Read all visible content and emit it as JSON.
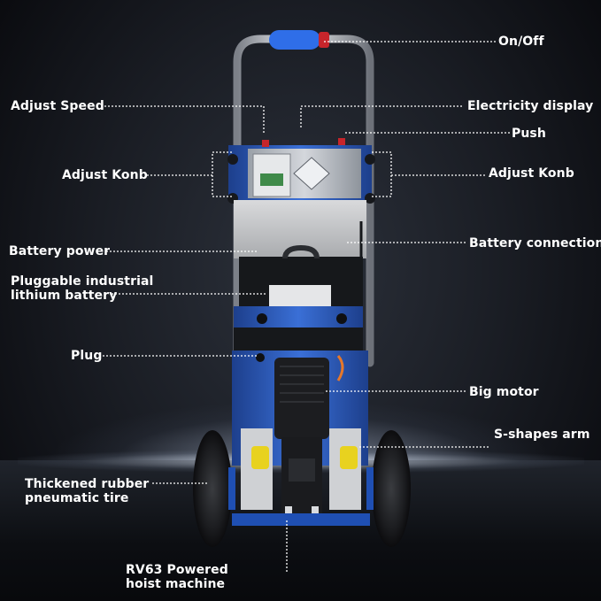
{
  "labels": {
    "on_off": "On/Off",
    "adjust_speed": "Adjust Speed",
    "electricity_display": "Electricity display",
    "push": "Push",
    "adjust_knob_left": "Adjust Konb",
    "adjust_knob_right": "Adjust Konb",
    "battery_power": "Battery power",
    "battery_connection": "Battery connection",
    "lithium_battery": "Pluggable industrial\nlithium battery",
    "plug": "Plug",
    "big_motor": "Big motor",
    "s_arm": "S-shapes arm",
    "tire": "Thickened rubber\npneumatic tire",
    "hoist": "RV63 Powered\nhoist machine"
  },
  "colors": {
    "frame_blue": "#2f5fc2",
    "handle_blue": "#2f6ee8",
    "chrome": "#c9ccd2",
    "label_text": "#ffffff"
  }
}
